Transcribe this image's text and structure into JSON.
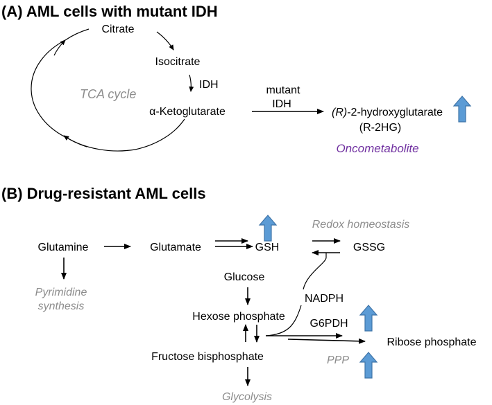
{
  "panel_a": {
    "heading": "(A) AML cells with mutant IDH",
    "citrate": "Citrate",
    "isocitrate": "Isocitrate",
    "idh": "IDH",
    "tca_cycle": "TCA cycle",
    "ketoglutarate": "α-Ketoglutarate",
    "mutant": "mutant",
    "mutant_idh": "IDH",
    "r_prefix": "(R)",
    "hydroxyglutarate": "-2-hydroxyglutarate",
    "r2hg": "(R-2HG)",
    "oncometabolite": "Oncometabolite"
  },
  "panel_b": {
    "heading": "(B) Drug-resistant AML cells",
    "glutamine": "Glutamine",
    "glutamate": "Glutamate",
    "gsh": "GSH",
    "gssg": "GSSG",
    "redox": "Redox homeostasis",
    "pyrimidine_1": "Pyrimidine",
    "pyrimidine_2": "synthesis",
    "glucose": "Glucose",
    "nadph": "NADPH",
    "hexose": "Hexose phosphate",
    "g6pdh": "G6PDH",
    "fructose": "Fructose bisphosphate",
    "ribose": "Ribose phosphate",
    "ppp": "PPP",
    "glycolysis": "Glycolysis"
  },
  "colors": {
    "up_arrow": "#5b9bd5",
    "annotation_gray": "#8c8c8c",
    "oncometabolite_purple": "#7030a0"
  }
}
